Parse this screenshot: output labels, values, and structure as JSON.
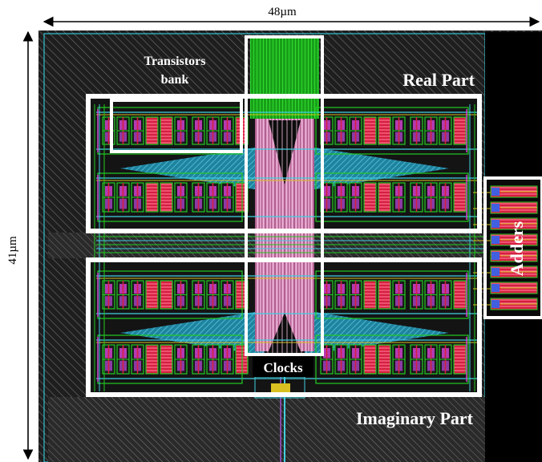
{
  "dimensions": {
    "width_label": "48µm",
    "height_label": "41µm"
  },
  "labels": {
    "transistors_bank_line1": "Transistors",
    "transistors_bank_line2": "bank",
    "real_part": "Real Part",
    "imaginary_part": "Imaginary Part",
    "clocks": "Clocks",
    "adders": "Adders"
  },
  "colors": {
    "substrate": "#1e1e1e",
    "hatch": "#6a6a6a",
    "metal_green": "#22cc22",
    "poly_red": "#d42040",
    "diffusion_magenta": "#d040d0",
    "metal_cyan": "#40d0e0",
    "metal_yellow": "#d8c020",
    "clock_pink": "#e8a0c8",
    "highlight_box": "#ffffff"
  }
}
